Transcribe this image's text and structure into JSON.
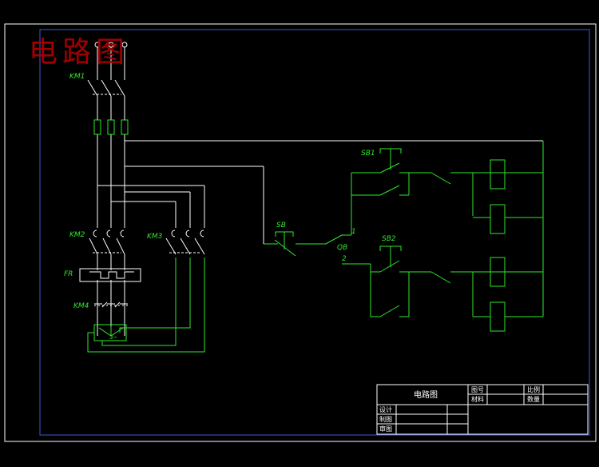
{
  "title": "电路图",
  "colors": {
    "background": "#000000",
    "outer_border": "#ffffff",
    "inner_border": "#3b5bd6",
    "wire_white": "#ffffff",
    "wire_green": "#2ee82e",
    "title_red": "#a30000"
  },
  "labels": {
    "km1": "KM1",
    "km2": "KM2",
    "km3": "KM3",
    "km4": "KM4",
    "fr": "FR",
    "sb": "SB",
    "sb1": "SB1",
    "sb2": "SB2",
    "qb": "QB",
    "n1": "1",
    "n2": "2"
  },
  "titleblock": {
    "name": "电路图",
    "drawing_no_label": "图号",
    "scale_label": "比例",
    "material_label": "材料",
    "quantity_label": "数量",
    "design_label": "设计",
    "drafting_label": "制图",
    "review_label": "审图"
  }
}
